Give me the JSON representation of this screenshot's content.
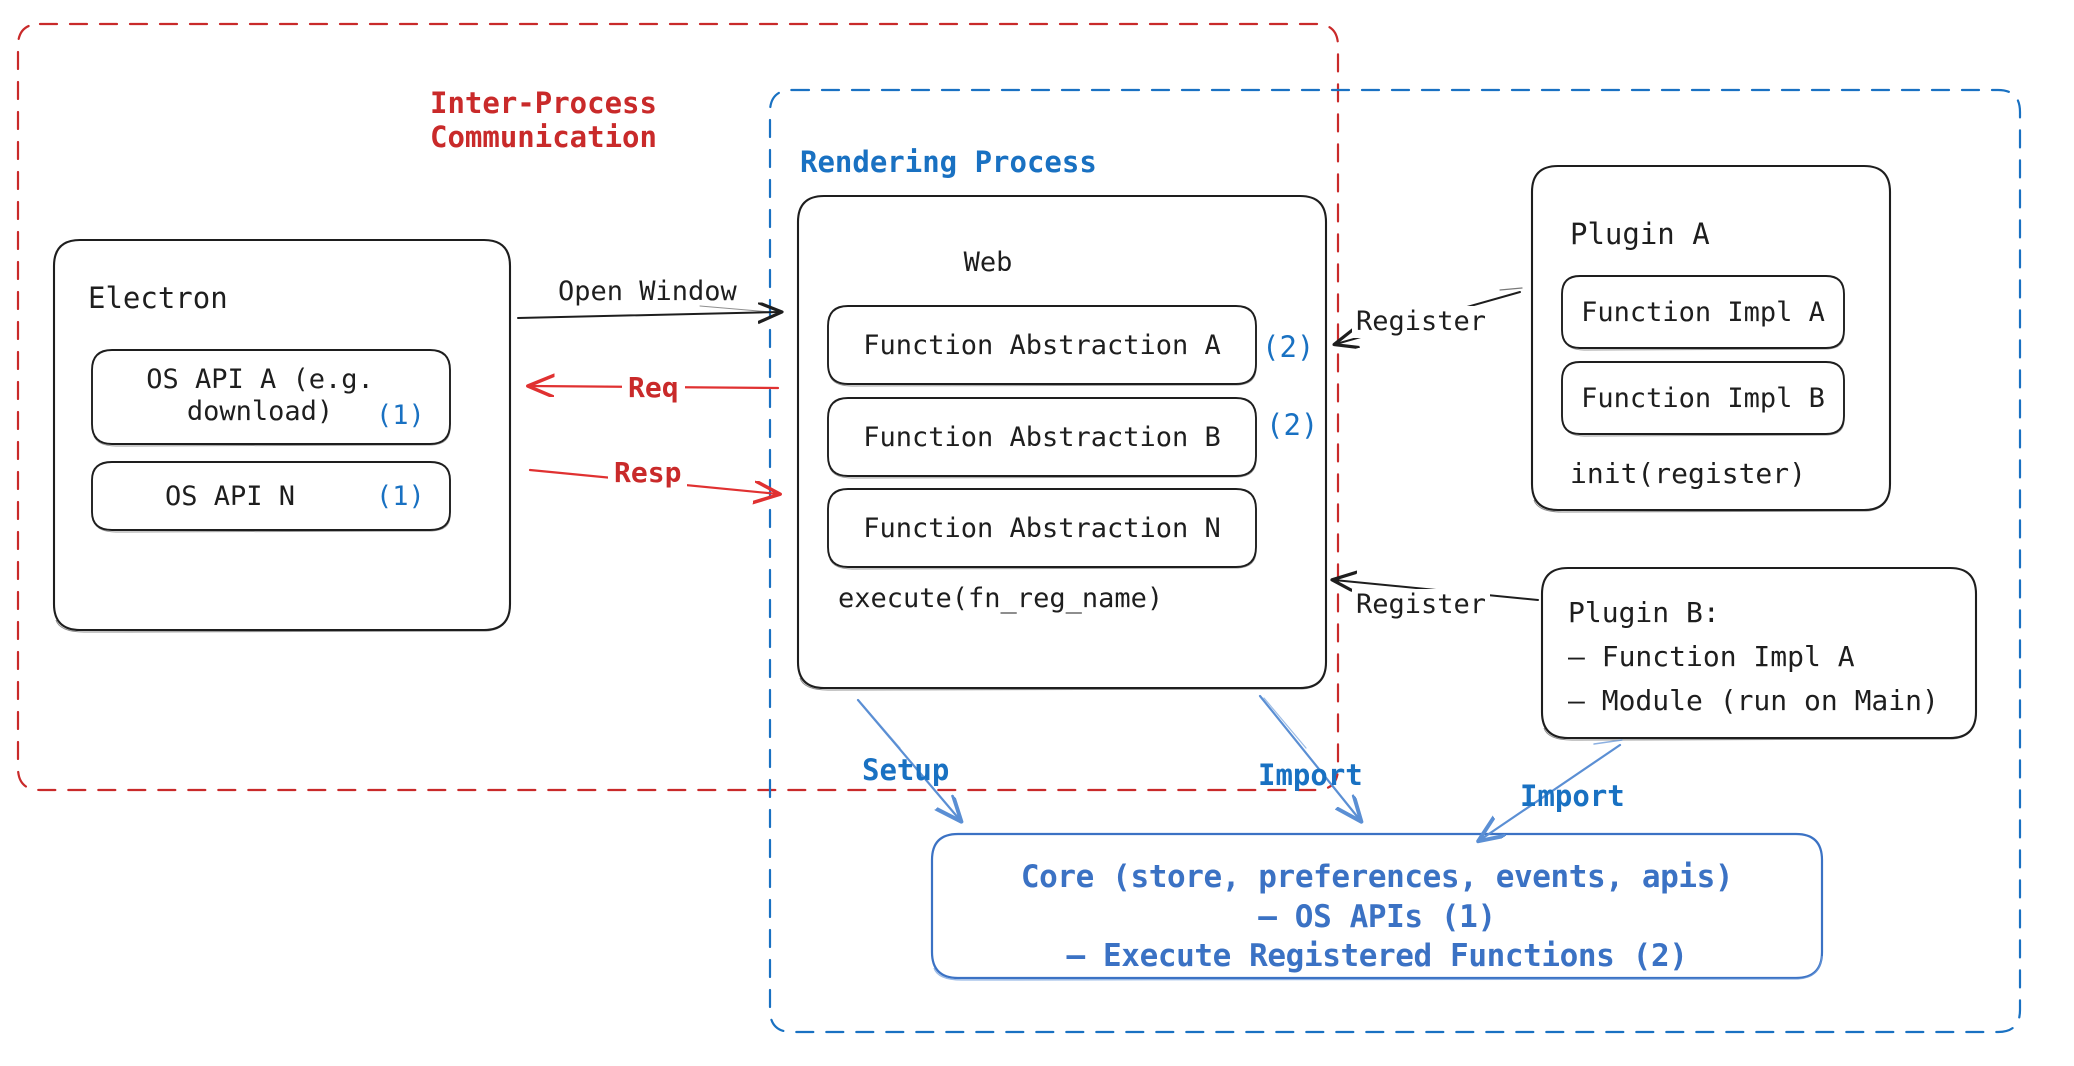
{
  "diagram": {
    "title": "Electron plugin architecture",
    "colors": {
      "ipc_red": "#c92a2a",
      "process_blue": "#1971c2",
      "core_blue": "#3b72c4",
      "ink_black": "#1e1e1e",
      "background": "#ffffff"
    }
  },
  "groups": {
    "ipc": {
      "label_line1": "Inter-Process",
      "label_line2": "Communication",
      "border_style": "dashed",
      "color": "#c92a2a"
    },
    "rendering_process": {
      "label": "Rendering Process",
      "border_style": "dashed",
      "color": "#1971c2"
    }
  },
  "electron": {
    "title": "Electron",
    "apis": [
      {
        "line1": "OS API A (e.g.",
        "line2": "download)",
        "marker": "(1)"
      },
      {
        "line1": "OS API N",
        "line2": "",
        "marker": "(1)"
      }
    ]
  },
  "web": {
    "title": "Web",
    "abstractions": [
      {
        "label": "Function Abstraction A",
        "marker": "(2)"
      },
      {
        "label": "Function Abstraction B",
        "marker": "(2)"
      },
      {
        "label": "Function Abstraction N",
        "marker": ""
      }
    ],
    "execute": "execute(fn_reg_name)"
  },
  "plugin_a": {
    "title": "Plugin A",
    "impls": [
      "Function Impl A",
      "Function Impl B"
    ],
    "init": "init(register)"
  },
  "plugin_b": {
    "title": "Plugin B:",
    "items": [
      "– Function Impl A",
      "– Module (run on Main)"
    ]
  },
  "core": {
    "line1": "Core (store, preferences, events, apis)",
    "line2": "– OS APIs (1)",
    "line3": "– Execute Registered Functions (2)"
  },
  "arrows": {
    "open_window": "Open Window",
    "req": "Req",
    "resp": "Resp",
    "register_a": "Register",
    "register_b": "Register",
    "setup": "Setup",
    "import_web": "Import",
    "import_plugin": "Import"
  }
}
